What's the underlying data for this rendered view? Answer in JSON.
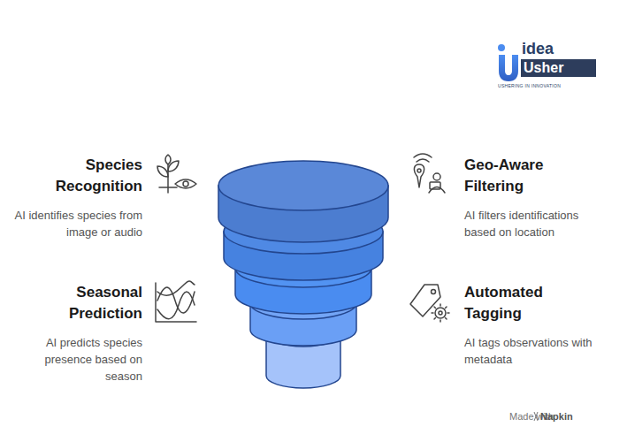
{
  "diagram": {
    "labels": [
      "Species Recognition",
      "AI identifies species from image or audio",
      "Geo-Aware Filtering",
      "AI filters identifications based on location",
      "Seasonal Prediction",
      "AI predicts species presence based on season",
      "Automated Tagging",
      "AI tags observations with metadata",
      "idea",
      "Usher",
      "USHERING IN INNOVATION",
      "Made with",
      "Napkin"
    ]
  }
}
